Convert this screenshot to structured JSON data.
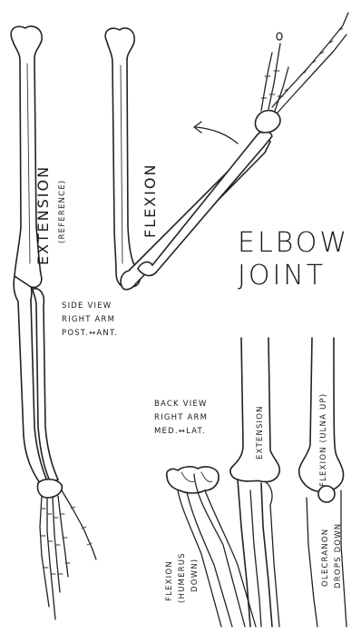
{
  "title": {
    "line1": "ELBOW",
    "line2": "JOINT"
  },
  "side_view": {
    "caption": [
      "SIDE VIEW",
      "RIGHT ARM",
      "POST.↔ANT."
    ],
    "extension_label": "EXTENSION",
    "extension_sub": "(REFERENCE)",
    "flexion_label": "FLEXION"
  },
  "back_view": {
    "caption": [
      "BACK VIEW",
      "RIGHT ARM",
      "MED.↔LAT."
    ],
    "flexion_humerus_label": "FLEXION",
    "flexion_humerus_sub": "(HUMERUS",
    "flexion_humerus_sub2": "DOWN)",
    "extension_label": "EXTENSION",
    "flexion_ulna_label": "FLEXION (ULNA UP)",
    "olecranon_label": "OLECRANON",
    "olecranon_sub": "DROPS DOWN"
  }
}
